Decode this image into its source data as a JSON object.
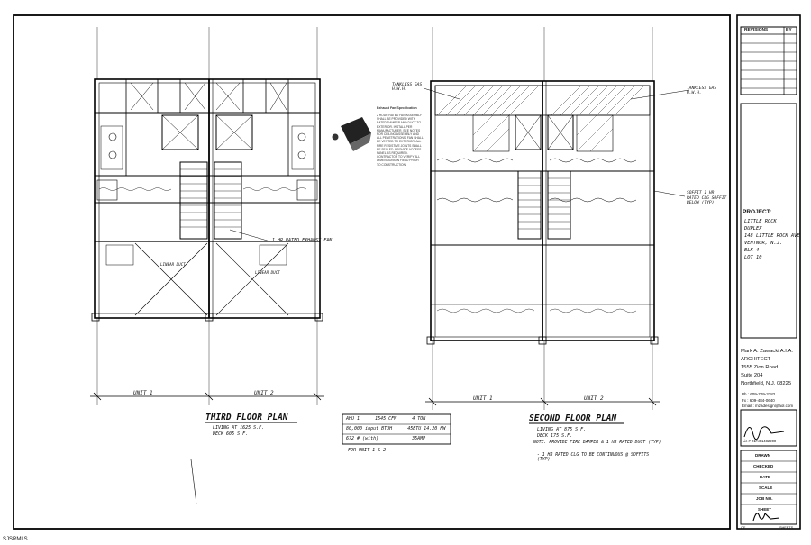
{
  "revisions": {
    "label": "REVISIONS",
    "by": "BY"
  },
  "project": {
    "label": "PROJECT:",
    "lines": [
      "LITTLE ROCK",
      "DUPLEX",
      "148 LITTLE ROCK AVE",
      "VENTNOR, N.J.",
      "BLK 4",
      "LOT 10"
    ]
  },
  "architect": {
    "name": "Mark A. Zawacki A.I.A.",
    "title": "ARCHITECT",
    "address1": "1555 Zion Road",
    "address2": "Suite 204",
    "city": "Northfield, N.J. 08225",
    "phone": "Ph : 609-709-3282",
    "fax": "Fx : 609-484-0640",
    "email": "Email : mzadesign@aol.com",
    "license": "Lic # 21AI01482200"
  },
  "titleblock": [
    "DRAWN",
    "CHECKED",
    "DATE",
    "SCALE",
    "JOB NO.",
    "SHEET"
  ],
  "sheet_of": {
    "of": "OF",
    "sheets": "SHEETS"
  },
  "watermark": "SJSRMLS",
  "plans": {
    "third": {
      "title": "THIRD FLOOR PLAN",
      "area": "LIVING AT 1625 S.F.",
      "deck": "DECK 605 S.F."
    },
    "second": {
      "title": "SECOND FLOOR PLAN",
      "area": "LIVING AT 875 S.F.",
      "deck": "DECK 175 S.F."
    },
    "unit1": "UNIT 1",
    "unit2": "UNIT 2"
  },
  "notes": {
    "exhaust": "1 HR RATED EXHAUST FAN",
    "second_note1": "NOTE: PROVIDE FIRE DAMPER & 1 HR RATED DUCT (TYP)",
    "second_note2": "- 1 HR RATED CLG TO BE CONTINUOUS @ SOFFITS (TYP)",
    "soffit": "SOFFIT 1 HR RATED CLG SOFFIT BELOW (TYP)",
    "tankless_left": "TANKLESS GAS H.W.H.",
    "tankless_right": "TANKLESS GAS H.W.H.",
    "label_left": "LINEAR DUCT",
    "label_right": "LINEAR DUCT"
  },
  "hvac_table": {
    "rows": [
      [
        "AHU 1",
        "1545 CFM",
        "4 TON"
      ],
      [
        "80,000 input BTUH",
        "",
        "45BTU 14.20 HW"
      ],
      [
        "672 # (with)",
        "",
        "35AMP"
      ]
    ],
    "footer": "FOR UNIT 1 & 2"
  },
  "exhaust_spec": {
    "title": "Exhaust Fan Specification",
    "body": "2 HOUR RATED FAN ASSEMBLY SHALL BE PROVIDED WITH RATED DAMPER AND DUCT TO EXTERIOR. INSTALL PER MANUFACTURER. SEE NOTES FOR CEILING ASSEMBLY AND ALL PENETRATIONS. FAN SHALL BE VENTED TO EXTERIOR. ALL FIRE RESISTIVE JOINTS SHALL BE SEALED. PROVIDE ACCESS PANEL AS REQUIRED. CONTRACTOR TO VERIFY ALL DIMENSIONS IN FIELD PRIOR TO CONSTRUCTION."
  }
}
